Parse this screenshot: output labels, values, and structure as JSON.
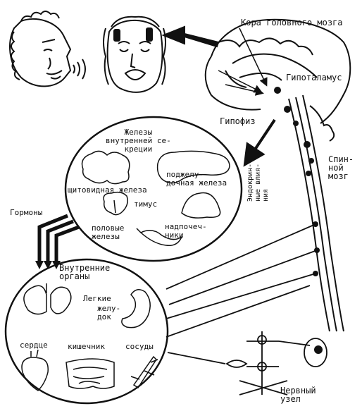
{
  "labels": {
    "cortex": "Кора головного мозга",
    "hypothalamus": "Гипоталамус",
    "pituitary": "Гипофиз",
    "spinal_cord": "Спин-\nной\nмозг",
    "endocrine_influences": "Эндокрин-\nные влия-\nния",
    "hormones": "Гормоны",
    "glands_title": "Железы\nвнутренней се-\nкреции",
    "thyroid": "щитовидная железа",
    "pancreas": "поджелу-\nдочная железа",
    "thymus": "тимус",
    "gonads": "половые\nжелезы",
    "adrenals": "надпочеч-\nники",
    "organs_title": "Внутренние\nорганы",
    "lungs": "Легкие",
    "stomach": "желу-\nдок",
    "heart": "сердце",
    "intestine": "кишечник",
    "vessels": "сосуды",
    "nerve_ganglion": "Нервный\nузел"
  }
}
